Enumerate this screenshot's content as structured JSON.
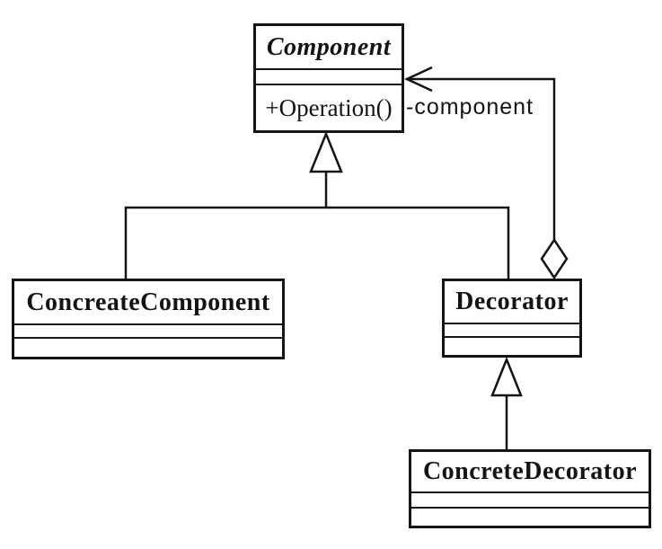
{
  "classes": {
    "component": {
      "name": "Component",
      "attributes": "",
      "methods": "+Operation()"
    },
    "concreate_component": {
      "name": "ConcreateComponent",
      "attributes": "",
      "methods": ""
    },
    "decorator": {
      "name": "Decorator",
      "attributes": "",
      "methods": ""
    },
    "concrete_decorator": {
      "name": "ConcreteDecorator",
      "attributes": "",
      "methods": ""
    }
  },
  "labels": {
    "aggregation_role": "-component"
  },
  "relationships": [
    {
      "type": "generalization",
      "from": "ConcreateComponent",
      "to": "Component"
    },
    {
      "type": "generalization",
      "from": "Decorator",
      "to": "Component"
    },
    {
      "type": "generalization",
      "from": "ConcreteDecorator",
      "to": "Decorator"
    },
    {
      "type": "aggregation",
      "from": "Decorator",
      "to": "Component",
      "label": "-component"
    }
  ],
  "colors": {
    "line": "#141414",
    "background": "#ffffff"
  }
}
